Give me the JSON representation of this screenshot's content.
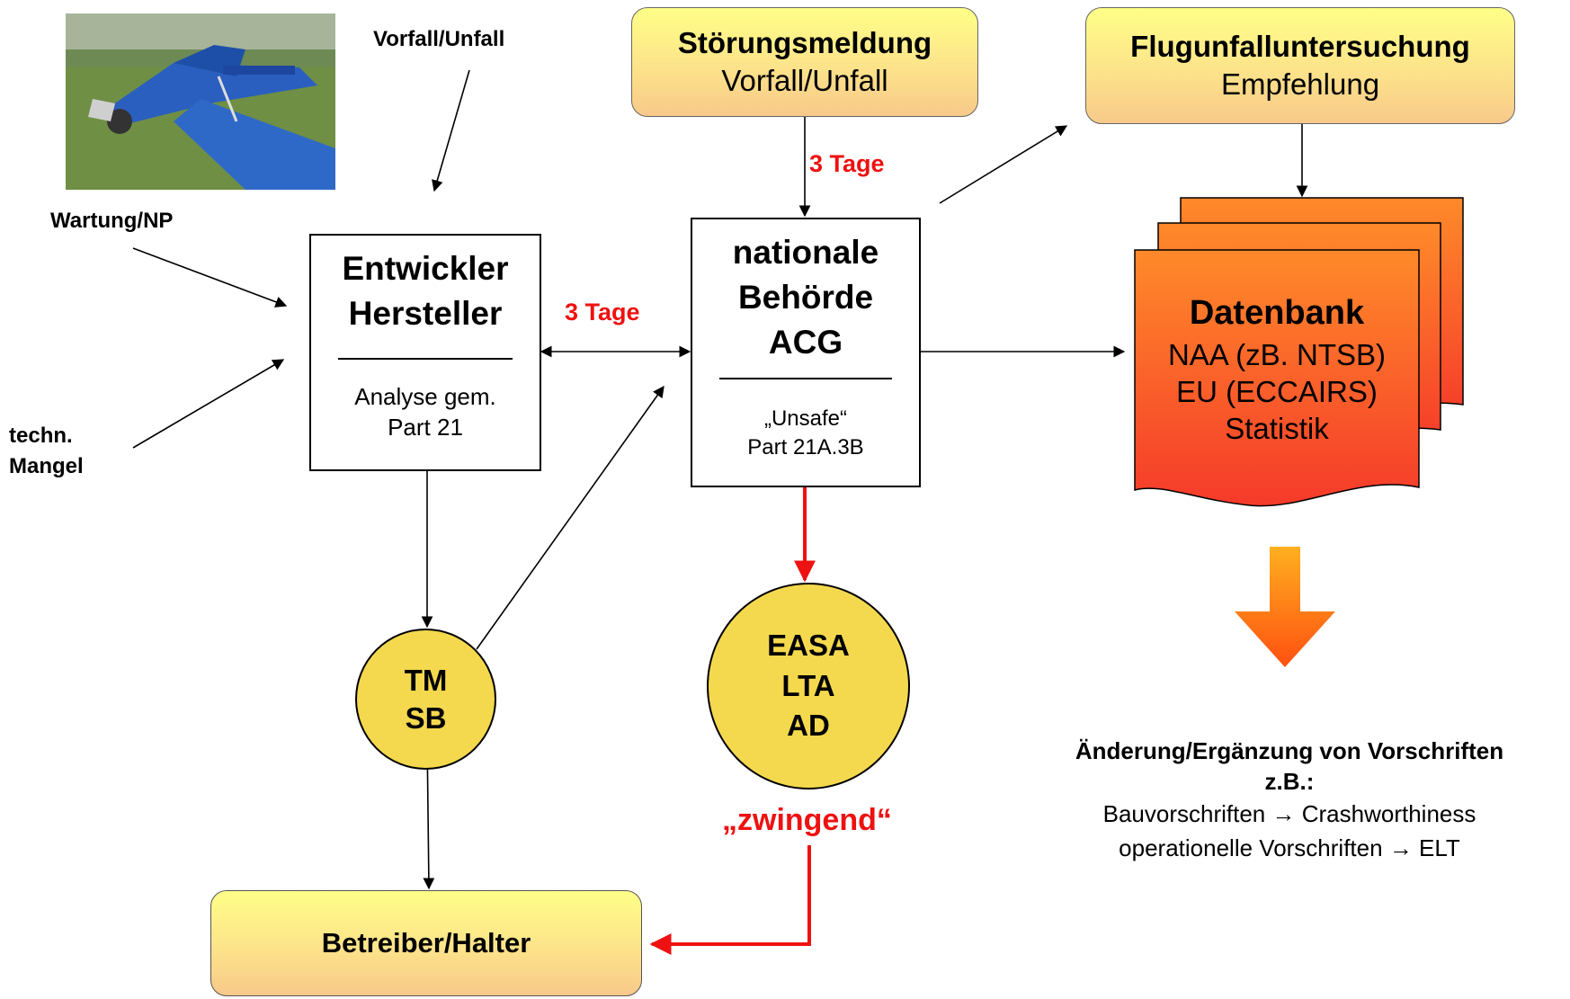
{
  "photo": {
    "alt": "crashed aircraft photo"
  },
  "labels": {
    "vorfall_unfall": "Vorfall/Unfall",
    "wartung_np": "Wartung/NP",
    "techn_mangel_1": "techn.",
    "techn_mangel_2": "Mangel",
    "drei_tage_top": "3 Tage",
    "drei_tage_mid": "3 Tage",
    "zwingend": "„zwingend“"
  },
  "stoerungsmeldung": {
    "title": "Störungsmeldung",
    "subtitle": "Vorfall/Unfall"
  },
  "flugunfall": {
    "title": "Flugunfalluntersuchung",
    "subtitle": "Empfehlung"
  },
  "entwickler": {
    "line1": "Entwickler",
    "line2": "Hersteller",
    "sub1": "Analyse gem.",
    "sub2": "Part 21"
  },
  "behoerde": {
    "line1": "nationale",
    "line2": "Behörde",
    "line3": "ACG",
    "sub1": "„Unsafe“",
    "sub2": "Part 21A.3B"
  },
  "datenbank": {
    "title": "Datenbank",
    "line1": "NAA (zB. NTSB)",
    "line2": "EU (ECCAIRS)",
    "line3": "Statistik"
  },
  "tm_sb": {
    "line1": "TM",
    "line2": "SB"
  },
  "easa": {
    "line1": "EASA",
    "line2": "LTA",
    "line3": "AD"
  },
  "betreiber": {
    "label": "Betreiber/Halter"
  },
  "aenderung": {
    "title": "Änderung/Ergänzung von Vorschriften",
    "zb": "z.B.:",
    "line1_a": "Bauvorschriften",
    "line1_b": "Crashworthiness",
    "line2_a": "operationelle Vorschriften",
    "line2_b": "ELT",
    "arrow_glyph": "→"
  },
  "colors": {
    "accent_red": "#ee1111",
    "circle_fill": "#f4d94e",
    "db_orange": "#f96a2a"
  }
}
